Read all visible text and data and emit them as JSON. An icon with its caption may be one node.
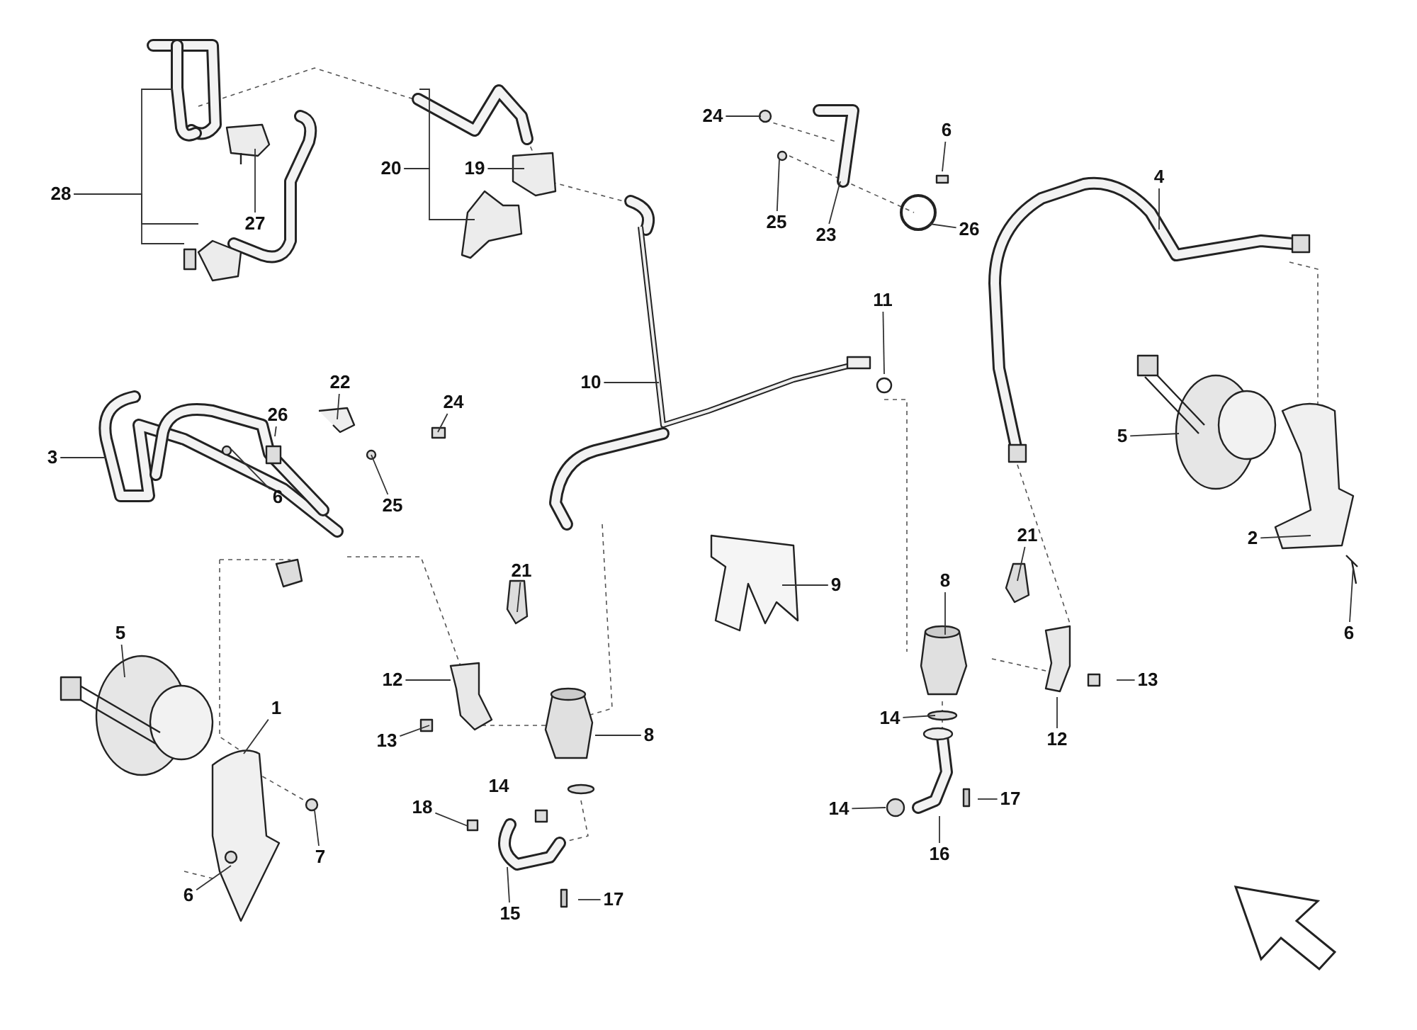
{
  "diagram": {
    "nodes": [
      {
        "text": [
          "28"
        ]
      },
      {
        "text": [
          "27"
        ]
      },
      {
        "text": [
          "20"
        ]
      },
      {
        "text": [
          "19"
        ]
      },
      {
        "text": [
          "24"
        ]
      },
      {
        "text": [
          "25"
        ]
      },
      {
        "text": [
          "23"
        ]
      },
      {
        "text": [
          "6"
        ]
      },
      {
        "text": [
          "26"
        ]
      },
      {
        "text": [
          "4"
        ]
      },
      {
        "text": [
          "11"
        ]
      },
      {
        "text": [
          "10"
        ]
      },
      {
        "text": [
          "26"
        ]
      },
      {
        "text": [
          "22"
        ]
      },
      {
        "text": [
          "24"
        ]
      },
      {
        "text": [
          "3"
        ]
      },
      {
        "text": [
          "6"
        ]
      },
      {
        "text": [
          "25"
        ]
      },
      {
        "text": [
          "5"
        ]
      },
      {
        "text": [
          "2"
        ]
      },
      {
        "text": [
          "21"
        ]
      },
      {
        "text": [
          "9"
        ]
      },
      {
        "text": [
          "6"
        ]
      },
      {
        "text": [
          "5"
        ]
      },
      {
        "text": [
          "1"
        ]
      },
      {
        "text": [
          "8"
        ]
      },
      {
        "text": [
          "21"
        ]
      },
      {
        "text": [
          "12"
        ]
      },
      {
        "text": [
          "13"
        ]
      },
      {
        "text": [
          "13"
        ]
      },
      {
        "text": [
          "8"
        ]
      },
      {
        "text": [
          "12"
        ]
      },
      {
        "text": [
          "14"
        ]
      },
      {
        "text": [
          "18"
        ]
      },
      {
        "text": [
          "14"
        ]
      },
      {
        "text": [
          "17"
        ]
      },
      {
        "text": [
          "7"
        ]
      },
      {
        "text": [
          "6"
        ]
      },
      {
        "text": [
          "16"
        ]
      },
      {
        "text": [
          "15"
        ]
      },
      {
        "text": [
          "17"
        ]
      }
    ],
    "edges": [
      {
        "from": 0,
        "to": null,
        "arrow": "none"
      },
      {
        "from": 0,
        "to": null,
        "arrow": "none"
      },
      {
        "from": 0,
        "to": null,
        "arrow": "none"
      },
      {
        "from": 1,
        "to": null,
        "arrow": "none"
      },
      {
        "from": 2,
        "to": null,
        "arrow": "none"
      },
      {
        "from": 2,
        "to": null,
        "arrow": "none"
      },
      {
        "from": 3,
        "to": null,
        "arrow": "none"
      },
      {
        "from": 4,
        "to": null,
        "arrow": "none"
      },
      {
        "from": 5,
        "to": null,
        "arrow": "none"
      },
      {
        "from": 6,
        "to": null,
        "arrow": "none"
      },
      {
        "from": 7,
        "to": null,
        "arrow": "none"
      },
      {
        "from": 8,
        "to": null,
        "arrow": "none"
      },
      {
        "from": 9,
        "to": null,
        "arrow": "none"
      },
      {
        "from": 10,
        "to": null,
        "arrow": "none"
      },
      {
        "from": 11,
        "to": null,
        "arrow": "none"
      },
      {
        "from": 12,
        "to": null,
        "arrow": "none"
      },
      {
        "from": 13,
        "to": null,
        "arrow": "none"
      },
      {
        "from": 14,
        "to": null,
        "arrow": "none"
      },
      {
        "from": 15,
        "to": null,
        "arrow": "none"
      },
      {
        "from": 16,
        "to": null,
        "arrow": "none"
      },
      {
        "from": 17,
        "to": null,
        "arrow": "none"
      },
      {
        "from": 18,
        "to": null,
        "arrow": "none"
      },
      {
        "from": 19,
        "to": null,
        "arrow": "none"
      },
      {
        "from": 20,
        "to": null,
        "arrow": "none"
      },
      {
        "from": 21,
        "to": null,
        "arrow": "none"
      },
      {
        "from": 22,
        "to": null,
        "arrow": "none"
      },
      {
        "from": 23,
        "to": null,
        "arrow": "none"
      },
      {
        "from": 24,
        "to": null,
        "arrow": "none"
      },
      {
        "from": 25,
        "to": null,
        "arrow": "none"
      },
      {
        "from": 26,
        "to": null,
        "arrow": "none"
      },
      {
        "from": 27,
        "to": null,
        "arrow": "none"
      },
      {
        "from": 28,
        "to": null,
        "arrow": "none"
      },
      {
        "from": 29,
        "to": null,
        "arrow": "none"
      },
      {
        "from": 30,
        "to": null,
        "arrow": "none"
      },
      {
        "from": 31,
        "to": null,
        "arrow": "none"
      },
      {
        "from": 32,
        "to": null,
        "arrow": "none"
      },
      {
        "from": 33,
        "to": null,
        "arrow": "none"
      },
      {
        "from": 34,
        "to": null,
        "arrow": "none"
      },
      {
        "from": 35,
        "to": null,
        "arrow": "none"
      },
      {
        "from": 36,
        "to": null,
        "arrow": "none"
      },
      {
        "from": 37,
        "to": null,
        "arrow": "none"
      },
      {
        "from": 38,
        "to": null,
        "arrow": "none"
      },
      {
        "from": 39,
        "to": null,
        "arrow": "none"
      },
      {
        "from": 40,
        "to": null,
        "arrow": "none"
      }
    ],
    "labels": [
      "14"
    ]
  }
}
